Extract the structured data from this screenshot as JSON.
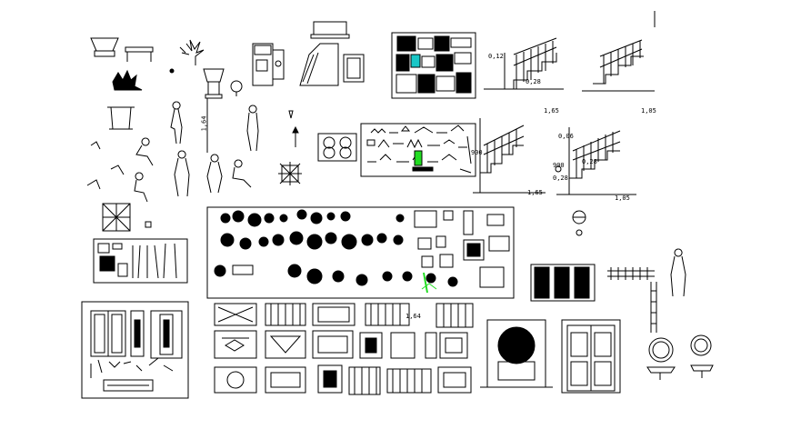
{
  "colors": {
    "background": "#ffffff",
    "line": "#000000",
    "highlight_cyan": "#19c7c7",
    "highlight_green": "#22dd22"
  },
  "dimensions": {
    "stair1_h": "0,12",
    "stair1_w": "0,28",
    "stair1_span": "1,65",
    "stair3_span": "1,05",
    "person_height": "1,64",
    "stair2_h": "0,06",
    "stair2_900a": "900",
    "stair2_900b": "900",
    "stair2_w": "0,28",
    "stair2_bot": "0,28",
    "stair2_span": "1,65",
    "stair4_span": "1,05",
    "small_dim": "1,64"
  }
}
